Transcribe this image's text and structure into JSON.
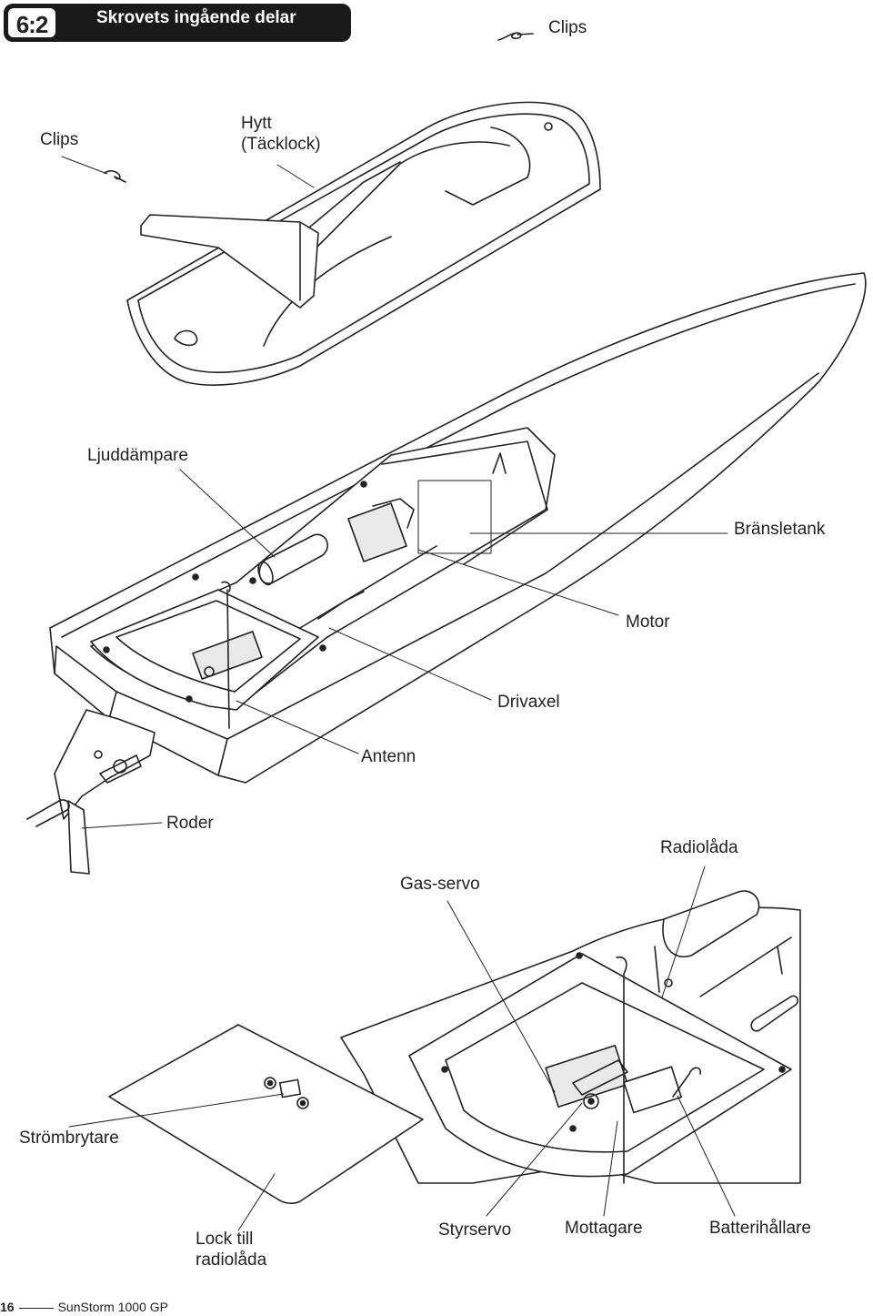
{
  "header": {
    "step": "6:2",
    "title": "Skrovets ingående delar"
  },
  "labels": {
    "clips_top": "Clips",
    "clips_left": "Clips",
    "hytt_line1": "Hytt",
    "hytt_line2": "(Täcklock)",
    "ljuddampare": "Ljuddämpare",
    "bransletank": "Bränsletank",
    "motor": "Motor",
    "drivaxel": "Drivaxel",
    "antenn": "Antenn",
    "roder": "Roder",
    "radiolada": "Radiolåda",
    "gas_servo": "Gas-servo",
    "strombrytare": "Strömbrytare",
    "lock_line1": "Lock till",
    "lock_line2": "radiolåda",
    "styrservo": "Styrservo",
    "mottagare": "Mottagare",
    "batterihallare": "Batterihållare"
  },
  "footer": {
    "page_number": "16",
    "product": "SunStorm 1000 GP"
  }
}
